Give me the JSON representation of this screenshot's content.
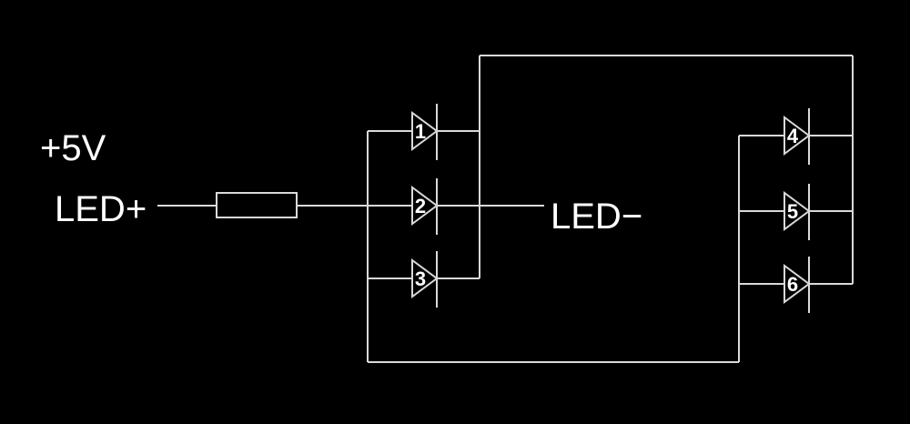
{
  "labels": {
    "supply": "+5V",
    "led_plus": "LED+",
    "led_minus": "LED−"
  },
  "diodes": [
    {
      "number": "1"
    },
    {
      "number": "2"
    },
    {
      "number": "3"
    },
    {
      "number": "4"
    },
    {
      "number": "5"
    },
    {
      "number": "6"
    }
  ],
  "colors": {
    "background": "#000000",
    "wire": "#d9d9d9",
    "text": "#ffffff"
  }
}
